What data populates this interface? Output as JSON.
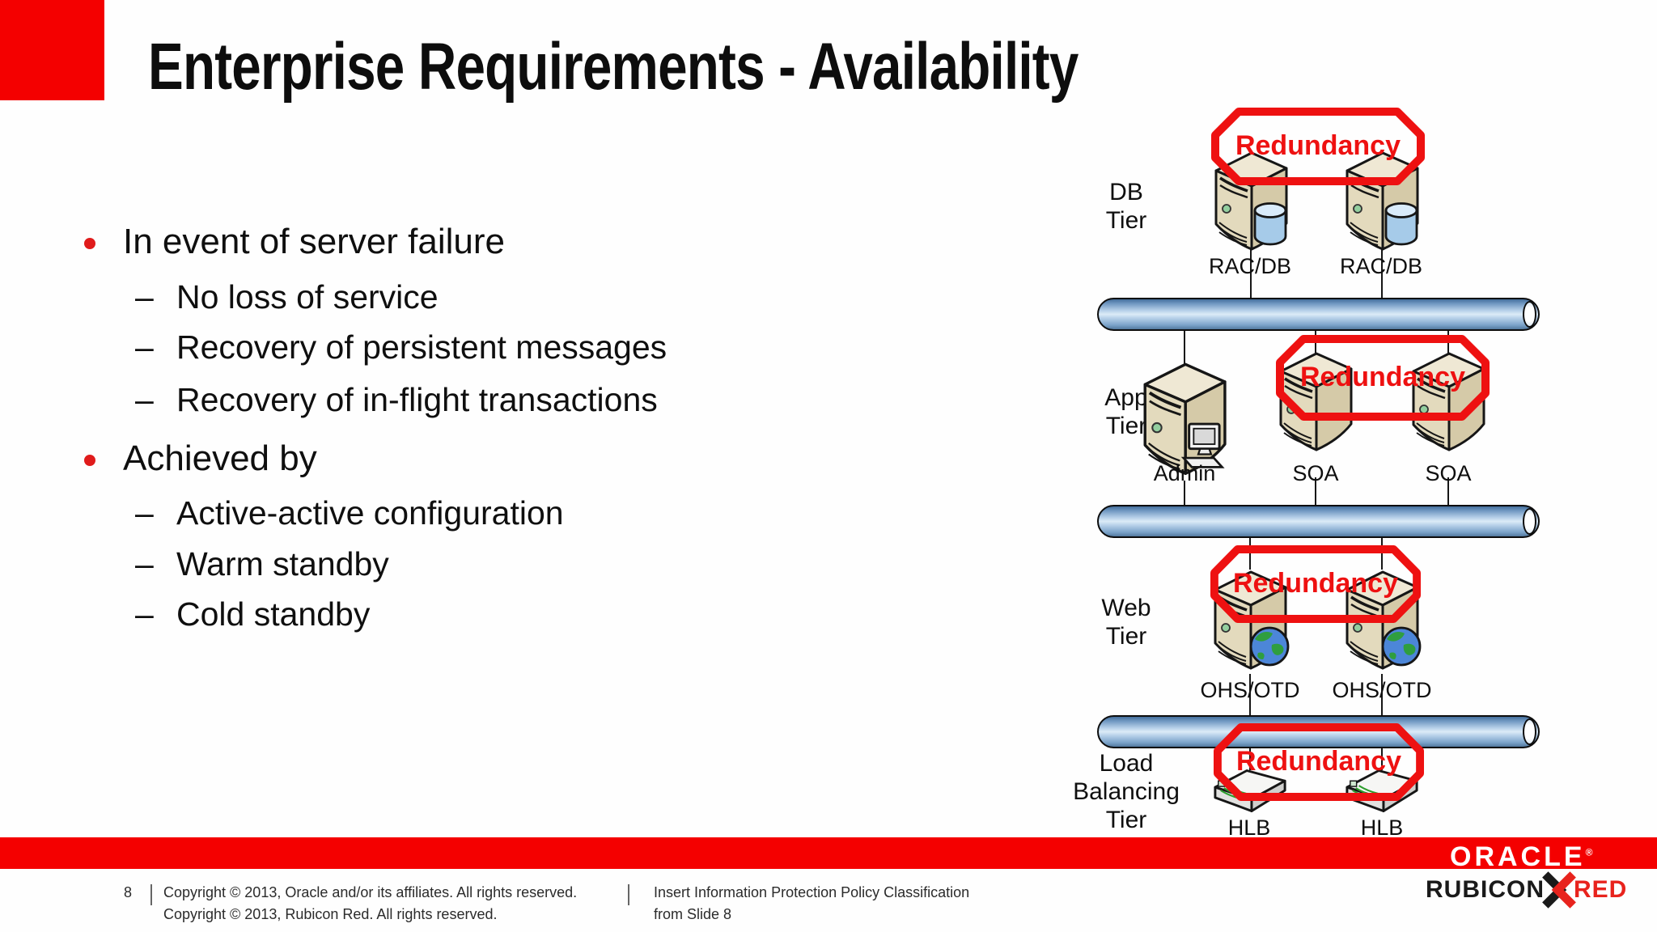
{
  "title": "Enterprise Requirements - Availability",
  "bullet_markers": {
    "main": "•",
    "sub": "–"
  },
  "bullets": [
    {
      "label": "In event of server failure",
      "items": [
        "No loss of service",
        "Recovery of persistent messages",
        "Recovery of in-flight transactions"
      ]
    },
    {
      "label": "Achieved by",
      "items": [
        "Active-active configuration",
        "Warm standby",
        "Cold standby"
      ]
    }
  ],
  "diagram": {
    "redundancy_label": "Redundancy",
    "tiers": {
      "db": {
        "lines": [
          "DB",
          "Tier"
        ],
        "nodes": [
          "RAC/DB",
          "RAC/DB"
        ]
      },
      "app": {
        "lines": [
          "App",
          "Tier"
        ],
        "nodes": [
          "Admin",
          "SOA",
          "SOA"
        ]
      },
      "web": {
        "lines": [
          "Web",
          "Tier"
        ],
        "nodes": [
          "OHS/OTD",
          "OHS/OTD"
        ]
      },
      "lb": {
        "lines": [
          "Load",
          "Balancing",
          "Tier"
        ],
        "nodes": [
          "HLB",
          "HLB"
        ]
      }
    },
    "icons": {
      "server": "server-tower-icon",
      "database": "database-cylinder-icon",
      "globe": "globe-icon",
      "workstation": "desktop-computer-icon",
      "load_balancer": "load-balancer-icon",
      "network_bus": "network-pipe"
    }
  },
  "footer": {
    "page_number": "8",
    "copyright_line1": "Copyright © 2013, Oracle and/or its affiliates. All rights reserved.",
    "copyright_line2": "Copyright © 2013, Rubicon Red. All rights reserved.",
    "classification_line1": "Insert Information Protection Policy Classification",
    "classification_line2": "from Slide 8"
  },
  "logos": {
    "oracle_text": "ORACLE",
    "oracle_registered": "®",
    "rubicon_left": "RUBICON",
    "rubicon_right": "RED"
  },
  "colors": {
    "accent_red": "#f40000",
    "redundancy_red": "#ee1111",
    "bus_blue_light": "#dcebf7",
    "bus_blue_dark": "#4a76a4",
    "server_beige": "#e3dabd"
  }
}
